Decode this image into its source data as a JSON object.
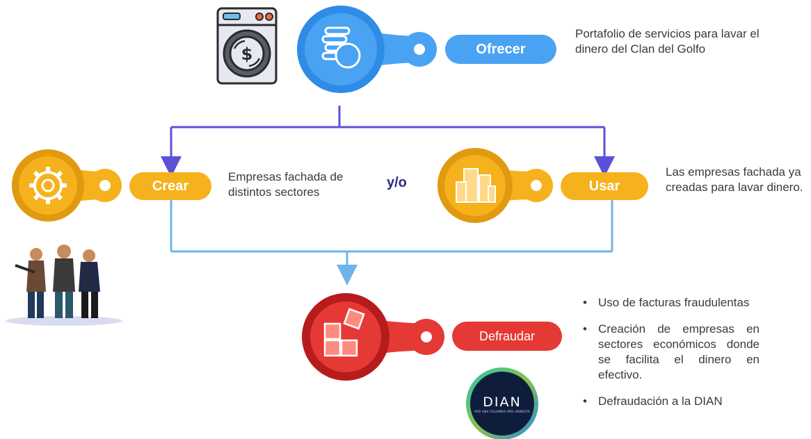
{
  "nodes": {
    "ofrecer": {
      "label": "Ofrecer",
      "description": "Portafolio de servicios para lavar el dinero del Clan del Golfo",
      "color": "#4aa3f2",
      "icon": "coins-icon"
    },
    "crear": {
      "label": "Crear",
      "description": "Empresas fachada de distintos sectores",
      "color": "#f5b21c",
      "icon": "gear-icon"
    },
    "usar": {
      "label": "Usar",
      "description": "Las empresas fachada ya creadas para lavar dinero.",
      "color": "#f5b21c",
      "icon": "buildings-icon"
    },
    "defraudar": {
      "label": "Defraudar",
      "color": "#e53935",
      "icon": "puzzle-icon",
      "bullets": [
        "Uso de facturas fraudulentas",
        "Creación de empresas en sectores económicos donde se facilita el dinero en efectivo.",
        "Defraudación a la DIAN"
      ]
    }
  },
  "connector": "y/o",
  "dian_logo": {
    "text": "DIAN",
    "tagline": "POR UNA COLOMBIA MÁS HONESTA"
  },
  "colors": {
    "line_purple": "#5a52d6",
    "line_light_blue": "#6db4ec"
  },
  "illustrations": [
    "washing-machine-dollar-icon",
    "armed-men-illustration"
  ]
}
